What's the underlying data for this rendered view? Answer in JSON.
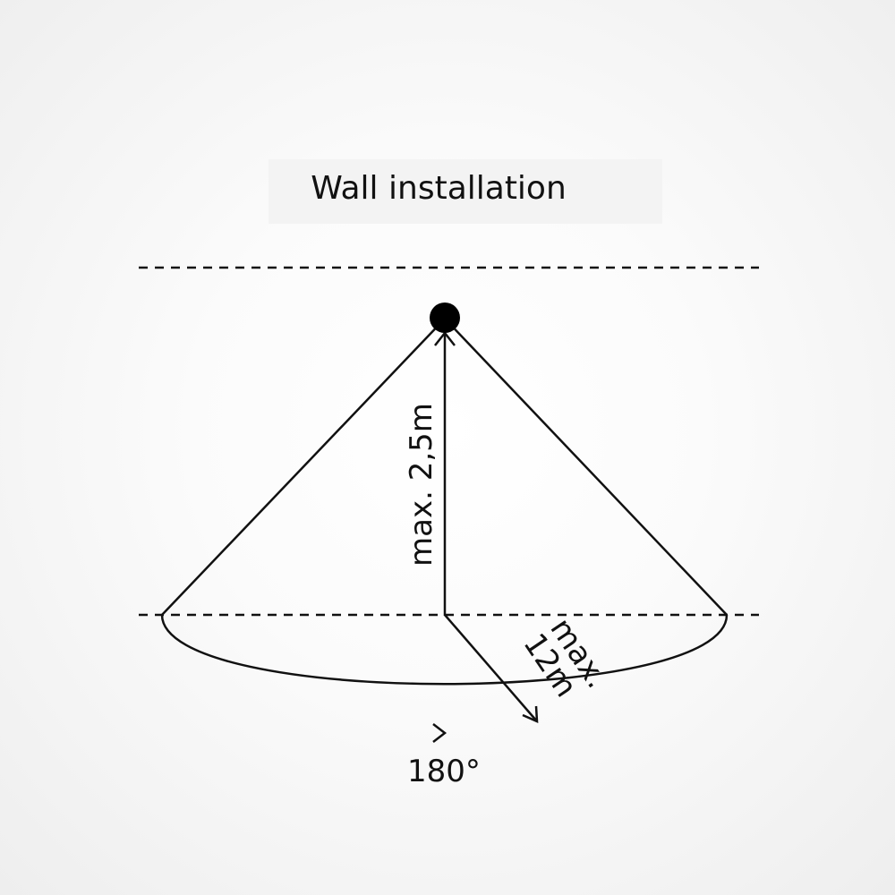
{
  "title": "Wall installation",
  "labels": {
    "height": "max. 2,5m",
    "range_line1": "max.",
    "range_line2": "12m",
    "angle": "180°"
  },
  "colors": {
    "stroke": "#111111",
    "background": "#f6f6f6"
  }
}
